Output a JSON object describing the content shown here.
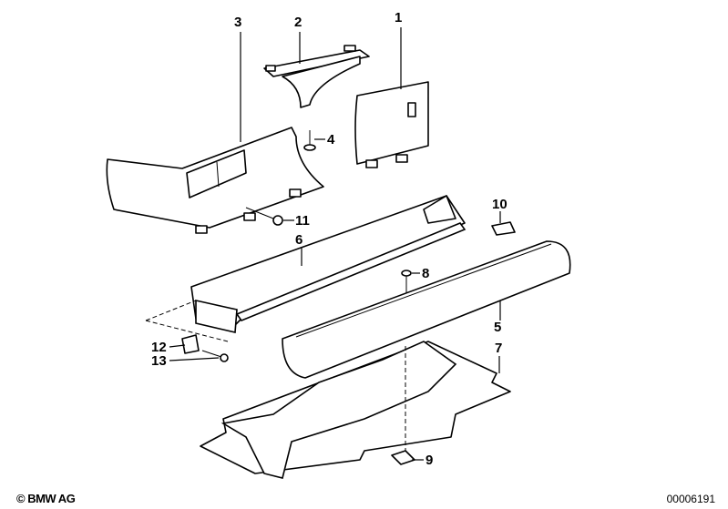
{
  "callouts": [
    "1",
    "2",
    "3",
    "4",
    "5",
    "6",
    "7",
    "8",
    "9",
    "10",
    "11",
    "12",
    "13"
  ],
  "footer": {
    "copyright": "© BMW AG",
    "diagram_number": "00006191"
  }
}
